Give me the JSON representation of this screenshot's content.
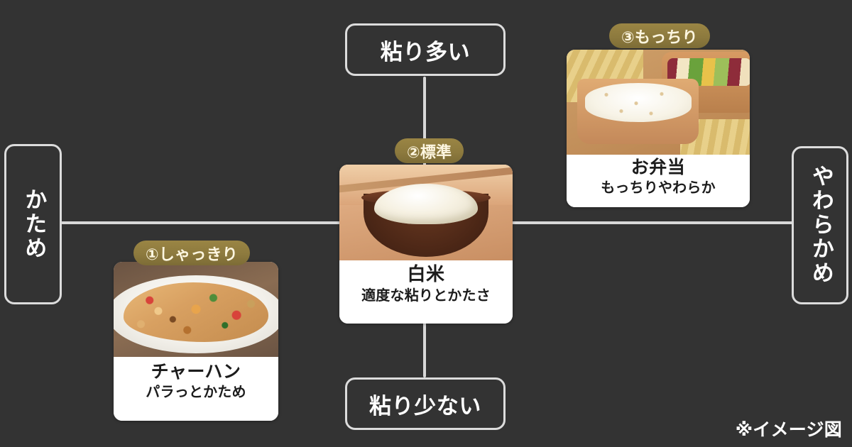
{
  "axes": {
    "top_label": "粘り多い",
    "bottom_label": "粘り少ない",
    "left_label": "かため",
    "right_label": "やわらかめ"
  },
  "cards": {
    "center": {
      "badge": "②標準",
      "title": "白米",
      "subtitle": "適度な粘りとかたさ",
      "photo": "white-rice-bowl-photo"
    },
    "left": {
      "badge": "①しゃっきり",
      "title": "チャーハン",
      "subtitle": "パラっとかため",
      "photo": "fried-rice-photo"
    },
    "right": {
      "badge": "③もっちり",
      "title": "お弁当",
      "subtitle": "もっちりやわらか",
      "photo": "bento-box-photo"
    }
  },
  "footnote": "※イメージ図",
  "colors": {
    "background": "#333333",
    "line": "#d8d8d8",
    "badge": "#8d7a3e",
    "badge_text": "#fdf6e0",
    "card_background": "#ffffff",
    "card_text": "#1c1c1c",
    "label_text": "#ffffff"
  }
}
